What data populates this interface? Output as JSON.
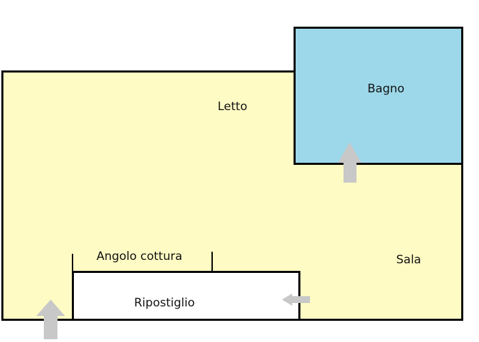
{
  "floorplan": {
    "colors": {
      "main_fill": "#fffbc4",
      "bathroom_fill": "#9dd8ea",
      "storage_fill": "#ffffff",
      "wall": "#000000",
      "door_arrow": "#c8c8c8"
    },
    "rooms": {
      "letto": "Letto",
      "bagno": "Bagno",
      "angolo_cottura": "Angolo cottura",
      "ripostiglio": "Ripostiglio",
      "sala": "Sala"
    },
    "doors": [
      {
        "id": "entrance",
        "direction": "up"
      },
      {
        "id": "bathroom-door",
        "direction": "up"
      },
      {
        "id": "storage-door",
        "direction": "left"
      }
    ]
  }
}
